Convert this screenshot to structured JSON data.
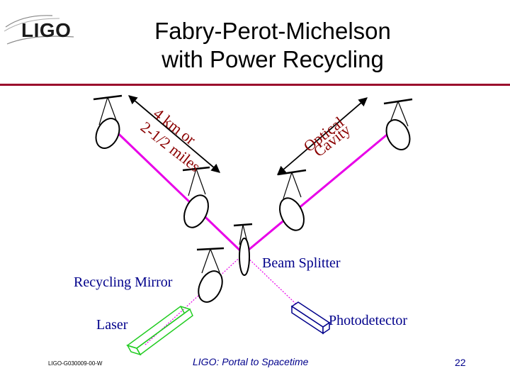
{
  "slide": {
    "logo_text": "LIGO",
    "title_line1": "Fabry-Perot-Michelson",
    "title_line2": "with Power Recycling",
    "footer_id": "LIGO-G030009-00-W",
    "footer_center": "LIGO: Portal to Spacetime",
    "page_number": "22"
  },
  "labels": {
    "arm_length_line1": "4 km or",
    "arm_length_line2": "2-1/2 miles",
    "optical_line1": "Optical",
    "optical_line2": "Cavity",
    "beam_splitter": "Beam Splitter",
    "recycling_mirror": "Recycling Mirror",
    "laser": "Laser",
    "photodetector": "Photodetector"
  },
  "colors": {
    "beam": "#e800e8",
    "label_blue": "#00008b",
    "title_rule": "#9a0a2c",
    "laser_outline": "#22cc22"
  }
}
